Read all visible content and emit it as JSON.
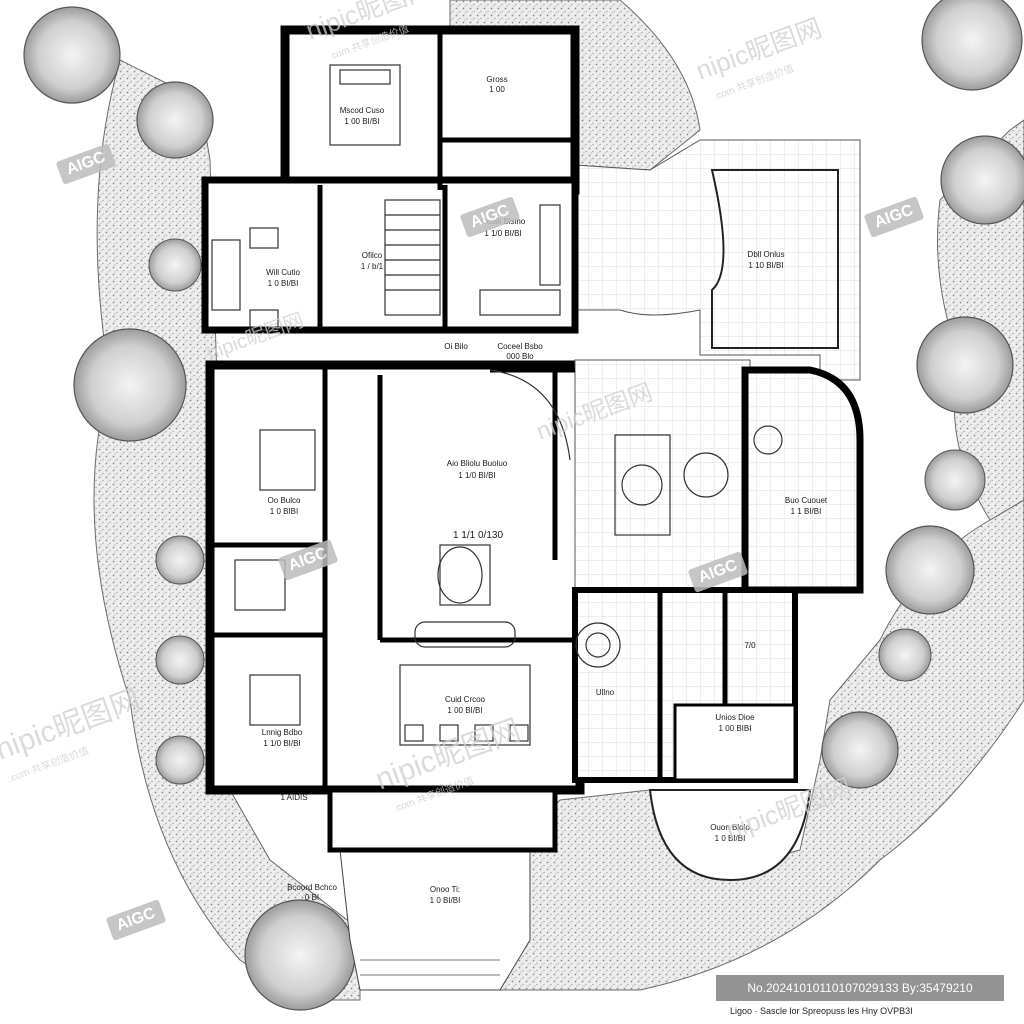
{
  "watermarks": {
    "brand": "nipic昵图网",
    "brand_sub": ".com 共享创造价值",
    "badge": "AIGC",
    "image_id": "No.20241010110107029133 By:35479210"
  },
  "caption": "Ligoo · Sascle lor Spreopuss les Hny OVPB3I",
  "rooms": {
    "master": {
      "name": "Mscod Cuso",
      "size": "1 00 BI/BI"
    },
    "top_right": {
      "name": "Gross",
      "size": "1 00"
    },
    "living_left": {
      "name": "Will Cutio",
      "size": "1 0 BI/BI"
    },
    "office": {
      "name": "Ofilco",
      "size": "1 / b/1"
    },
    "kitchen": {
      "name": "Oooili Blsino",
      "size": "1 1/0 BI/BI"
    },
    "pool": {
      "name": "Dbll Onlus",
      "size": "1 10 BI/BI"
    },
    "hall_a": {
      "name": "Oi Bilo",
      "size": ""
    },
    "hall_b": {
      "name": "Coceel Bsbo",
      "size": "000 Blo"
    },
    "foyer": {
      "name": "Aio Bliolu Buoluo",
      "size": "1 1/0 BI/BI"
    },
    "bed_left": {
      "name": "Oo Bulco",
      "size": "1 0 BIBI"
    },
    "great_room": {
      "name": "1 1/1 0/130",
      "size": ""
    },
    "dining": {
      "name": "Cuid Crcoo",
      "size": "1 00 BI/BI"
    },
    "bed_low": {
      "name": "Lnnig Bdbo",
      "size": ""
    },
    "bath_low": {
      "name": "1 1/0 BI/BI",
      "size": ""
    },
    "sun_room": {
      "name": "Buo Cuouet",
      "size": "1 1 BI/BI"
    },
    "util": {
      "name": "7/0",
      "size": ""
    },
    "garage": {
      "name": "Unios Dioe",
      "size": "1 00 BIBI"
    },
    "terrace": {
      "name": "Ouon Blolo",
      "size": "1 0 BI/BI"
    },
    "entry": {
      "name": "Onoo Ti:",
      "size": "1 0 BI/BI"
    },
    "porch": {
      "name": "Bcoord Bchco",
      "size": "0 BI"
    },
    "side": {
      "name": "1 AIDIS",
      "size": ""
    },
    "side_b": {
      "name": "Ullno",
      "size": ""
    }
  }
}
